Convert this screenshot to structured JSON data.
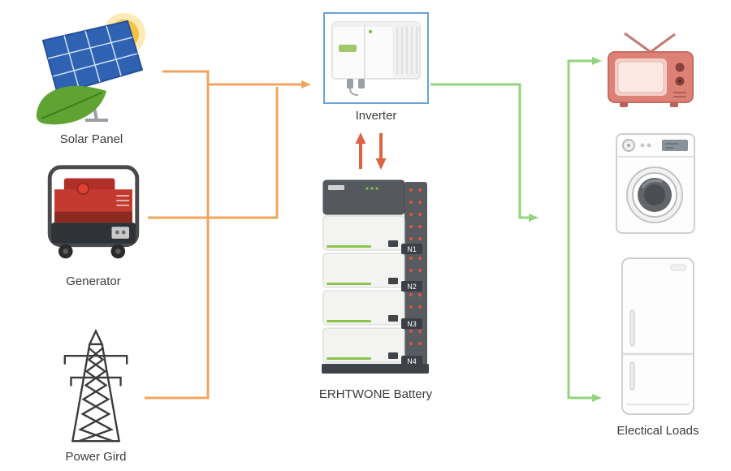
{
  "diagram": {
    "nodes": {
      "solar": {
        "label": "Solar Panel"
      },
      "generator": {
        "label": "Generator"
      },
      "power_grid": {
        "label": "Power Gird"
      },
      "inverter": {
        "label": "Inverter"
      },
      "battery": {
        "label": "ERHTWONE Battery",
        "modules": [
          "N1",
          "N2",
          "N3",
          "N4"
        ]
      },
      "loads": {
        "label": "Electical Loads",
        "devices": [
          "tv-icon",
          "washing-machine-icon",
          "refrigerator-icon"
        ]
      }
    },
    "colors": {
      "source_arrow": "#f0a55f",
      "battery_arrow": "#dd6347",
      "load_arrow": "#92d47f",
      "inverter_border": "#6aa3d8",
      "battery_led": "#8ac44e"
    }
  }
}
